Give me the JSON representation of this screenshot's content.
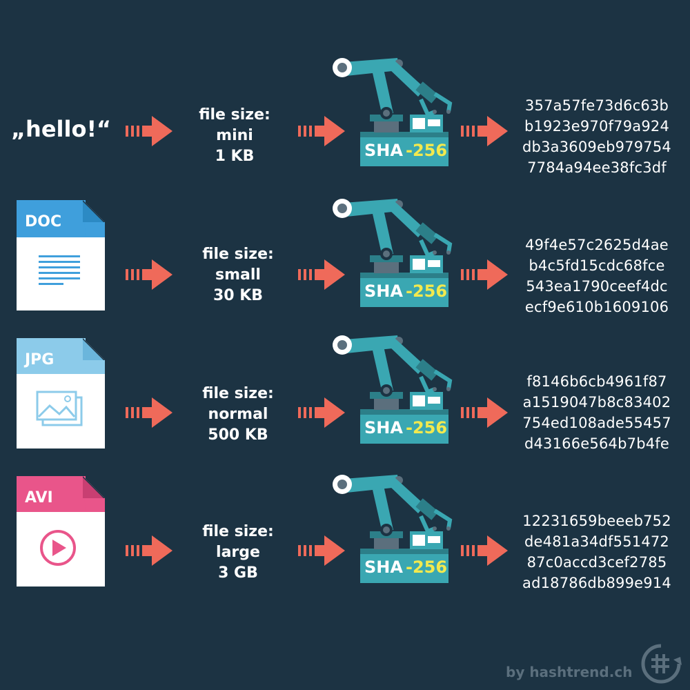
{
  "rows": [
    {
      "source_type": "text",
      "source_text": "„hello!“",
      "size_line1": "file size:",
      "size_line2": "mini",
      "size_line3": "1 KB",
      "algorithm_a": "SHA",
      "algorithm_b": "-256",
      "hash_lines": [
        "357a57fe73d6c63b",
        "b1923e970f79a924",
        "db3a3609eb979754",
        "7784a94ee38fc3df"
      ]
    },
    {
      "source_type": "file",
      "file_label": "DOC",
      "size_line1": "file size:",
      "size_line2": "small",
      "size_line3": "30 KB",
      "algorithm_a": "SHA",
      "algorithm_b": "-256",
      "hash_lines": [
        "49f4e57c2625d4ae",
        "b4c5fd15cdc68fce",
        "543ea1790ceef4dc",
        "ecf9e610b1609106"
      ]
    },
    {
      "source_type": "file",
      "file_label": "JPG",
      "size_line1": "file size:",
      "size_line2": "normal",
      "size_line3": "500 KB",
      "algorithm_a": "SHA",
      "algorithm_b": "-256",
      "hash_lines": [
        "f8146b6cb4961f87",
        "a1519047b8c83402",
        "754ed108ade55457",
        "d43166e564b7b4fe"
      ]
    },
    {
      "source_type": "file",
      "file_label": "AVI",
      "size_line1": "file size:",
      "size_line2": "large",
      "size_line3": "3 GB",
      "algorithm_a": "SHA",
      "algorithm_b": "-256",
      "hash_lines": [
        "12231659beeeb752",
        "de481a34df551472",
        "87c0accd3cef2785",
        "ad18786db899e914"
      ]
    }
  ],
  "credit": "by hashtrend.ch",
  "colors": {
    "background": "#1c3343",
    "arrow": "#ef6a5a",
    "robot": "#3aa7b2",
    "robot_dark": "#2c7f89",
    "algorithm_highlight": "#f2e94e",
    "doc": "#3f9fdc",
    "jpg": "#8ccbea",
    "avi": "#e9558a"
  },
  "icons": [
    "hello-text",
    "doc-file-icon",
    "image-file-icon",
    "video-file-icon",
    "arrow-icon",
    "robot-arm-icon",
    "hashtrend-logo-icon"
  ]
}
